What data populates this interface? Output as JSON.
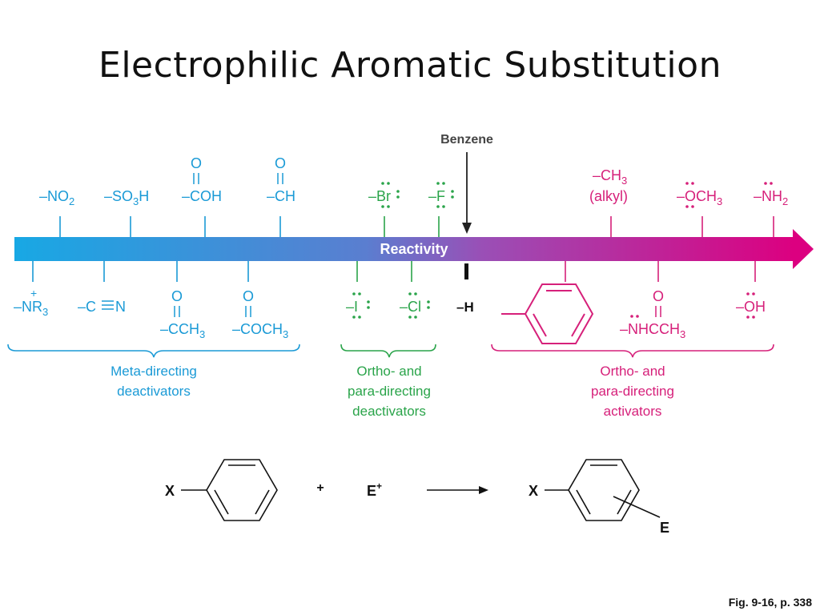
{
  "title": "Electrophilic Aromatic Substitution",
  "benzene_label": "Benzene",
  "reactivity_label": "Reactivity",
  "h_label": "–H",
  "colors": {
    "meta": "#1a9ad6",
    "ortho_deact": "#2aa44a",
    "activator": "#d6207a",
    "arrow_start": "#1aa3e0",
    "arrow_end": "#d9007e"
  },
  "top_groups": {
    "no2": "–NO",
    "so3h_a": "–SO",
    "so3h_b": "H",
    "coh_o": "O",
    "coh": "–COH",
    "ch_o": "O",
    "ch": "–CH",
    "br": "–Br",
    "f": "–F",
    "ch3": "–CH",
    "alkyl": "(alkyl)",
    "och3_a": "–",
    "och3_o": "O",
    "och3_b": "CH",
    "nh2": "–NH"
  },
  "bottom_groups": {
    "nr3_plus": "+",
    "nr3": "–NR",
    "cn_c": "–C",
    "cn_n": "N",
    "cch3_o": "O",
    "cch3": "–CCH",
    "coch3_o": "O",
    "coch3": "–COCH",
    "i": "–I",
    "cl": "–Cl",
    "nhcch3_o": "O",
    "nhcch3_a": "–",
    "nhcch3_n": "N",
    "nhcch3_b": "HCCH",
    "oh_a": "–",
    "oh_o": "O",
    "oh_b": "H"
  },
  "subscripts": {
    "two": "2",
    "three": "3"
  },
  "categories": {
    "meta_line1": "Meta-directing",
    "meta_line2": "deactivators",
    "ortho_deact_line1": "Ortho- and",
    "ortho_deact_line2": "para-directing",
    "ortho_deact_line3": "deactivators",
    "activator_line1": "Ortho- and",
    "activator_line2": "para-directing",
    "activator_line3": "activators"
  },
  "reaction": {
    "x_left": "X",
    "plus": "+",
    "electrophile": "E",
    "electrophile_charge": "+",
    "x_right": "X",
    "e_product": "E"
  },
  "fig_ref": "Fig. 9-16, p. 338"
}
